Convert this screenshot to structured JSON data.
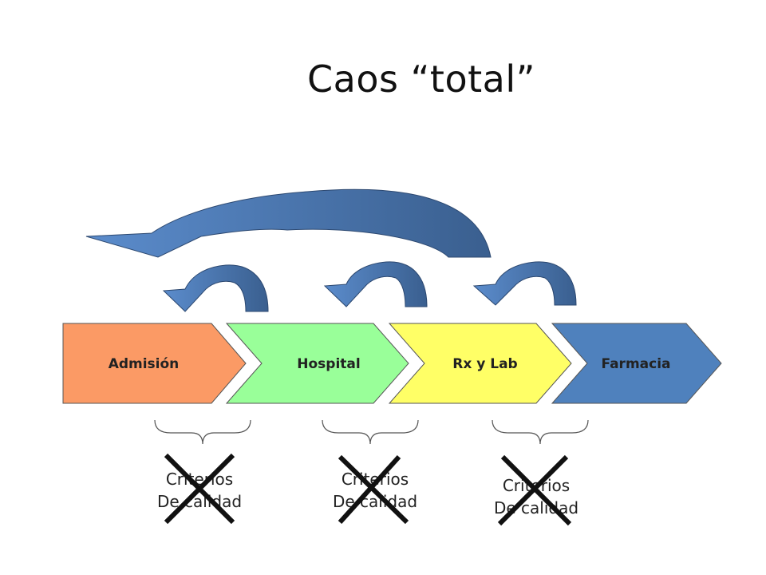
{
  "title": "Caos “total”",
  "stages": [
    {
      "label": "Admisión",
      "color": "#fb9a65"
    },
    {
      "label": "Hospital",
      "color": "#99ff99"
    },
    {
      "label": "Rx y Lab",
      "color": "#ffff66"
    },
    {
      "label": "Farmacia",
      "color": "#4f81bd"
    }
  ],
  "criteria": [
    {
      "line1": "Criterios",
      "line2": "De calidad"
    },
    {
      "line1": "Criterios",
      "line2": "De calidad"
    },
    {
      "line1": "Criterios",
      "line2": "De calidad"
    }
  ],
  "colors": {
    "arrow_light": "#5b8ccc",
    "arrow_dark": "#3a5f8f",
    "stroke": "#222222"
  }
}
